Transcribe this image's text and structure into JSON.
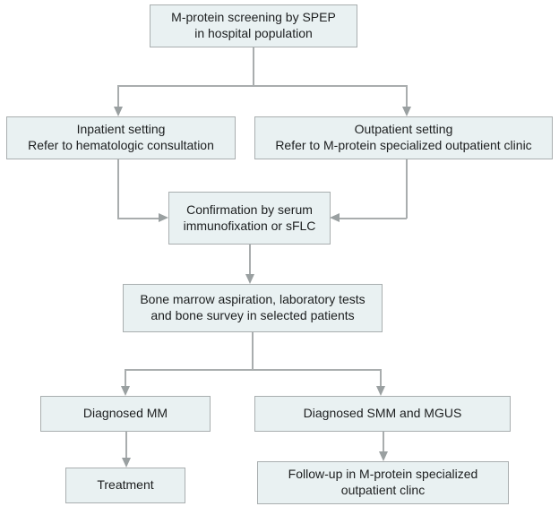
{
  "colors": {
    "background": "#ffffff",
    "box_fill": "#e9f1f2",
    "box_border": "#a9aeaf",
    "connector": "#a9adae",
    "arrowhead": "#9aa0a1",
    "text": "#1c1e1f"
  },
  "nodes": {
    "screening": {
      "label": "M-protein screening by SPEP\nin hospital population"
    },
    "inpatient": {
      "label": "Inpatient setting\nRefer to hematologic consultation"
    },
    "outpatient": {
      "label": "Outpatient setting\nRefer to M-protein specialized outpatient clinic"
    },
    "confirmation": {
      "label": "Confirmation by serum\nimmunofixation or sFLC"
    },
    "workup": {
      "label": "Bone marrow aspiration, laboratory tests\nand bone survey in selected patients"
    },
    "diagnosed_mm": {
      "label": "Diagnosed MM"
    },
    "diagnosed_smm_mgus": {
      "label": "Diagnosed SMM and MGUS"
    },
    "treatment": {
      "label": "Treatment"
    },
    "followup": {
      "label": "Follow-up in M-protein specialized\noutpatient clinc"
    }
  }
}
